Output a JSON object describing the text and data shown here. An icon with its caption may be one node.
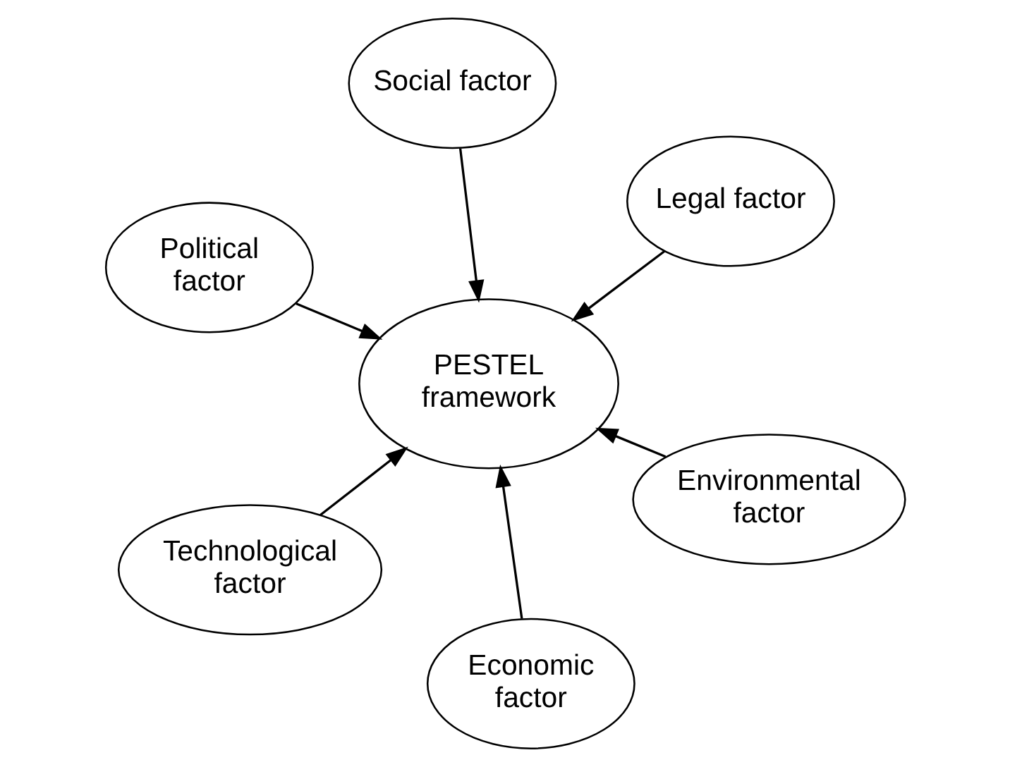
{
  "diagram": {
    "nodes": [
      {
        "text": [
          "Political factor"
        ]
      },
      {
        "text": [
          "Environmental factor"
        ]
      },
      {
        "text": [
          "Economic factor"
        ]
      },
      {
        "text": [
          "PESTEL framework"
        ]
      },
      {
        "text": [
          "Legal factor"
        ]
      },
      {
        "text": [
          "Social factor"
        ]
      },
      {
        "text": [
          "Technological factor"
        ]
      }
    ],
    "edges": [
      {
        "from": 0,
        "to": 3,
        "arrow": "to"
      },
      {
        "from": 1,
        "to": 3,
        "arrow": "to"
      },
      {
        "from": 2,
        "to": 3,
        "arrow": "to"
      },
      {
        "from": 4,
        "to": 3,
        "arrow": "to"
      },
      {
        "from": 5,
        "to": 3,
        "arrow": "to"
      },
      {
        "from": 6,
        "to": 3,
        "arrow": "to"
      }
    ]
  }
}
